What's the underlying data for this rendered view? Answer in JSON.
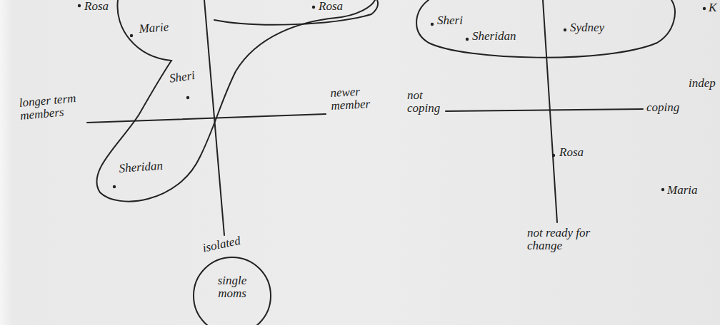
{
  "diagram": {
    "nodes": [
      {
        "text": [
          "single moms"
        ]
      }
    ],
    "labels": [
      "Rosa",
      "Rosa",
      "K",
      "Sheri",
      "Sheridan",
      "Sydney",
      "Marie",
      "Sheri",
      "longer term members",
      "newer member",
      "not coping",
      "coping",
      "indep",
      "Sheridan",
      "Rosa",
      "Maria",
      "isolated",
      "not ready for change"
    ]
  }
}
